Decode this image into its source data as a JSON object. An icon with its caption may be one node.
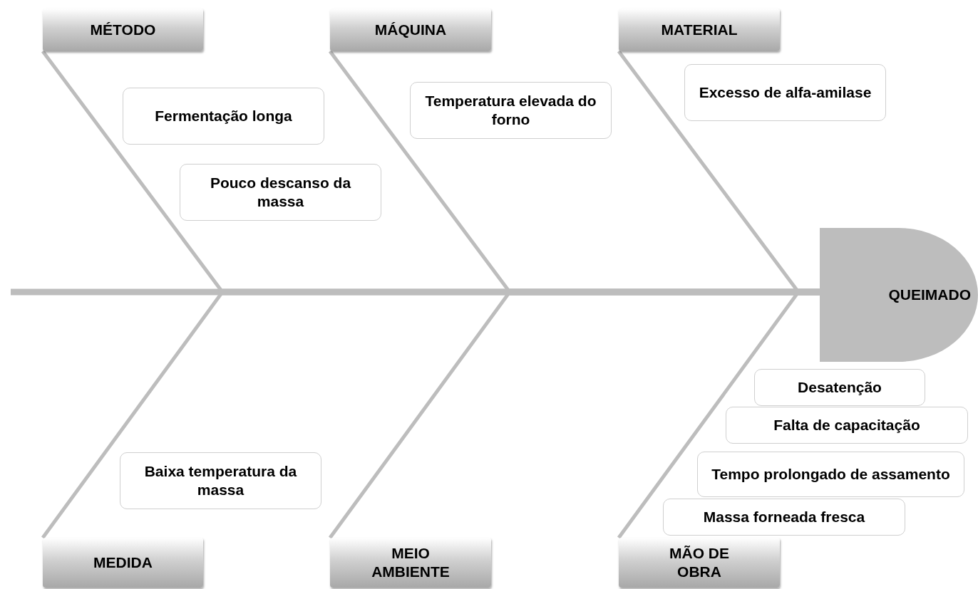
{
  "diagram": {
    "nodes": [
      {
        "text": [
          "MÉTODO"
        ]
      },
      {
        "text": [
          "MÁQUINA"
        ]
      },
      {
        "text": [
          "MATERIAL"
        ]
      },
      {
        "text": [
          "Excesso de alfa-amilase"
        ]
      },
      {
        "text": [
          "Fermentação longa"
        ]
      },
      {
        "text": [
          "Temperatura elevada do forno"
        ]
      },
      {
        "text": [
          "Pouco descanso da massa"
        ]
      },
      {
        "text": [
          "QUEIMADO"
        ]
      },
      {
        "text": [
          "Desatenção"
        ]
      },
      {
        "text": [
          "Falta de capacitação"
        ]
      },
      {
        "text": [
          "Tempo prolongado de assamento"
        ]
      },
      {
        "text": [
          "Baixa temperatura da massa"
        ]
      },
      {
        "text": [
          "Massa forneada fresca"
        ]
      },
      {
        "text": [
          "MEDIDA"
        ]
      },
      {
        "text": [
          "MEIO AMBIENTE"
        ]
      },
      {
        "text": [
          "MÃO DE OBRA"
        ]
      }
    ],
    "edges": [
      {
        "from": 0,
        "to": 7,
        "arrow": "none"
      },
      {
        "from": 1,
        "to": 7,
        "arrow": "none"
      },
      {
        "from": 2,
        "to": 7,
        "arrow": "none"
      },
      {
        "from": 13,
        "to": 7,
        "arrow": "none"
      },
      {
        "from": 14,
        "to": 7,
        "arrow": "none"
      },
      {
        "from": 15,
        "to": 7,
        "arrow": "none"
      }
    ]
  }
}
